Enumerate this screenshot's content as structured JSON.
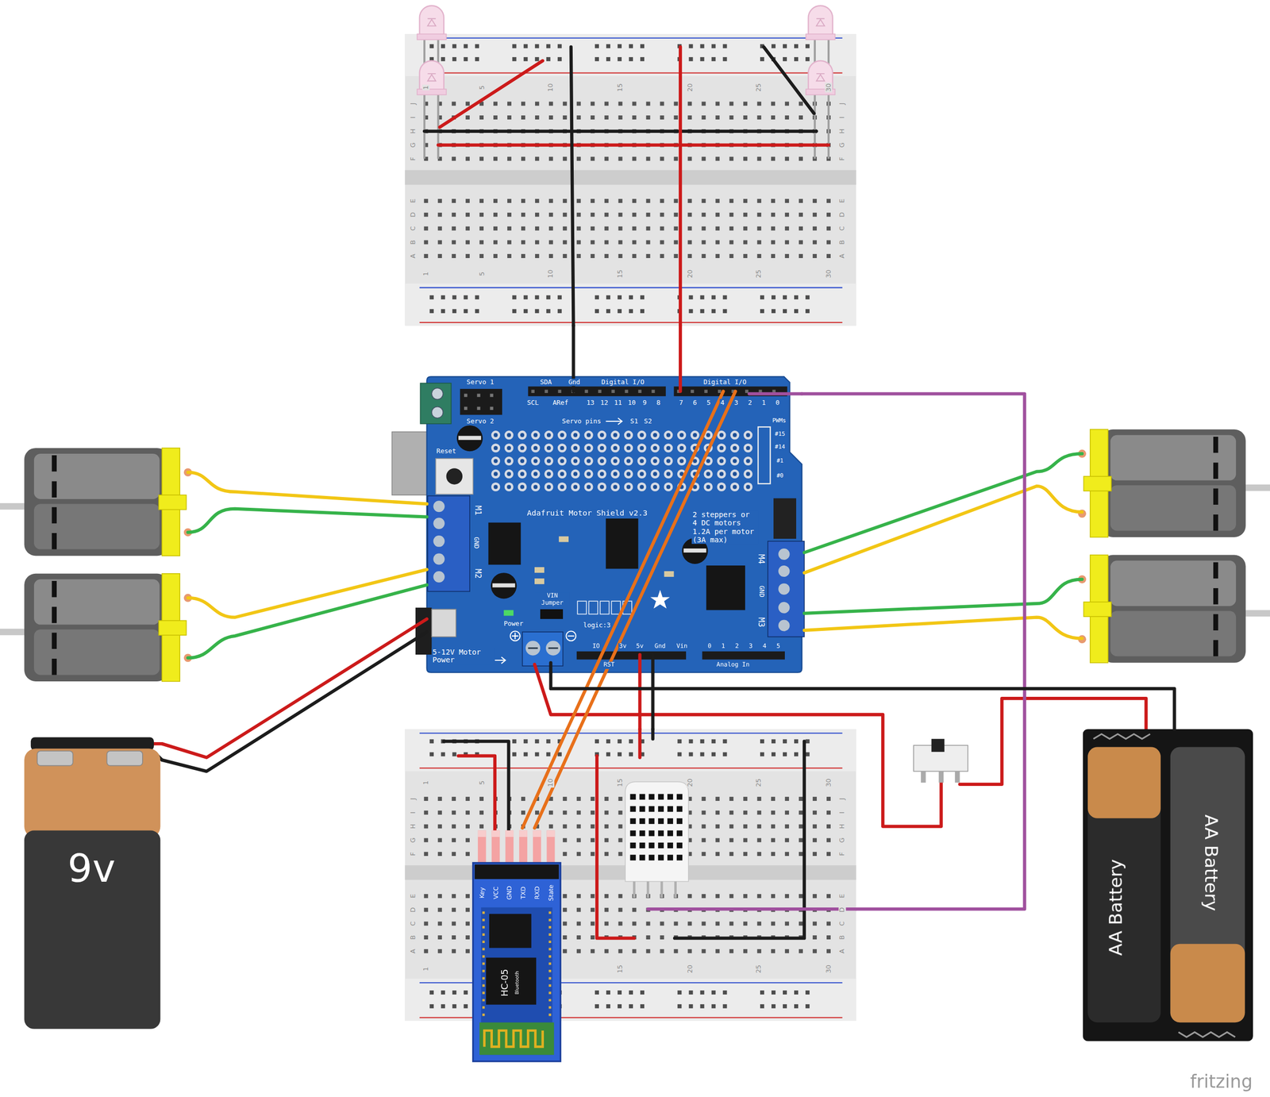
{
  "diagram": {
    "nodes": [
      {
        "text": [
          "1",
          "5",
          "10",
          "15",
          "20",
          "25",
          "30",
          "J",
          "I",
          "H",
          "G",
          "F",
          "E",
          "D",
          "C",
          "B",
          "A",
          "J",
          "I",
          "H",
          "G",
          "F",
          "E",
          "D",
          "C",
          "B",
          "A",
          "1",
          "5",
          "10",
          "15",
          "20",
          "25",
          "30"
        ]
      },
      {
        "text": [
          "Servo 1",
          "Servo 2",
          "SDA",
          "Gnd",
          "Digital I/O",
          "Digital I/O",
          "SCL",
          "ARef",
          "13",
          "12",
          "11",
          "10",
          "9",
          "8",
          "7",
          "6",
          "5",
          "4",
          "3",
          "2",
          "1",
          "0",
          "Servo pins",
          "S1",
          "S2",
          "PWMs",
          "#15",
          "#14",
          "#1",
          "#0",
          "Reset",
          "M1",
          "GND",
          "M2",
          "Adafruit Motor Shield v2.3",
          "2 steppers or 4 DC motors 1.2A per motor (3A max)",
          "M4",
          "GND",
          "M3",
          "Power",
          "VIN Jumper",
          "logic:3",
          "5-12V Motor Power",
          "IO",
          "3v",
          "5v",
          "Gnd",
          "Vin",
          "RST",
          "0",
          "1",
          "2",
          "3",
          "4",
          "5",
          "Analog In"
        ]
      },
      {
        "text": [
          "9v"
        ]
      },
      {
        "text": [
          "1",
          "5",
          "10",
          "15",
          "20",
          "25",
          "30",
          "J",
          "I",
          "H",
          "G",
          "F",
          "E",
          "D",
          "C",
          "B",
          "A",
          "J",
          "I",
          "H",
          "G",
          "F",
          "E",
          "D",
          "C",
          "B",
          "A",
          "1",
          "15",
          "20",
          "25",
          "30"
        ]
      },
      {
        "text": [
          "Key",
          "VCC",
          "GND",
          "TXD",
          "RXD",
          "State",
          "HC-05",
          "Bluetooth"
        ]
      },
      {
        "text": [
          "AA Battery",
          "AA Battery"
        ]
      }
    ],
    "edges": [
      {
        "from": 0,
        "to": 1,
        "arrow": "none"
      },
      {
        "from": 0,
        "to": 1,
        "arrow": "none"
      },
      {
        "from": 3,
        "to": 1,
        "arrow": "none"
      },
      {
        "from": 3,
        "to": 1,
        "arrow": "none"
      },
      {
        "from": 1,
        "to": 3,
        "arrow": "none"
      },
      {
        "from": 1,
        "to": 3,
        "arrow": "none"
      },
      {
        "from": 1,
        "to": 3,
        "arrow": "none"
      },
      {
        "from": 2,
        "to": 1,
        "arrow": "none"
      },
      {
        "from": 2,
        "to": 1,
        "arrow": "none"
      },
      {
        "from": 5,
        "to": 1,
        "arrow": "none"
      }
    ],
    "labels": [
      "fritzing"
    ]
  }
}
